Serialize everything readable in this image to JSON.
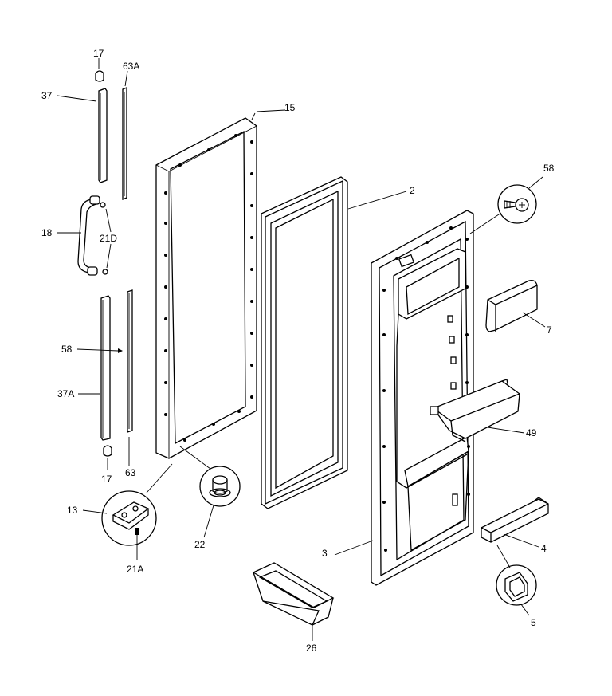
{
  "labels": {
    "l17a": "17",
    "l63a": "63A",
    "l37": "37",
    "l15": "15",
    "l2": "2",
    "l58a": "58",
    "l18": "18",
    "l21d": "21D",
    "l58b": "58",
    "l7": "7",
    "l37a": "37A",
    "l49": "49",
    "l17b": "17",
    "l63": "63",
    "l13": "13",
    "l22": "22",
    "l21a": "21A",
    "l4": "4",
    "l3": "3",
    "l5": "5",
    "l26": "26"
  }
}
